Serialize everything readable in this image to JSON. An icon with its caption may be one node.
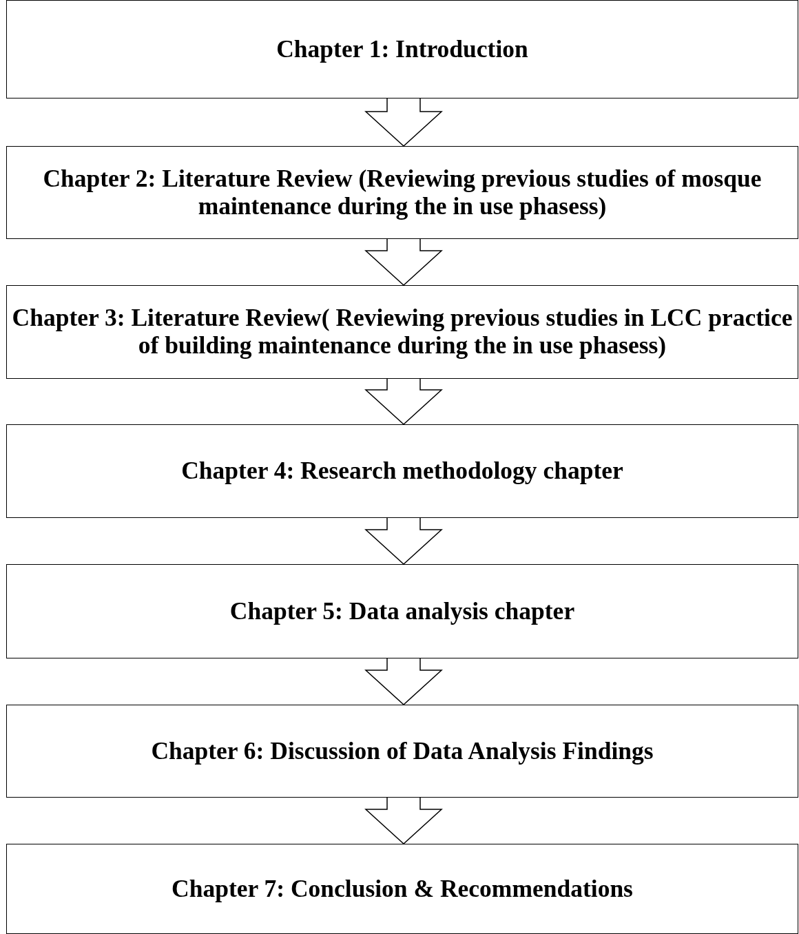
{
  "diagram": {
    "nodes": [
      {
        "text": [
          "Chapter 1: Introduction"
        ]
      },
      {
        "text": [
          "Chapter 2: Literature Review (Reviewing previous studies of mosque maintenance during the in use phasess)"
        ]
      },
      {
        "text": [
          "Chapter 3: Literature Review( Reviewing previous studies in LCC practice of building maintenance during the in use phasess)"
        ]
      },
      {
        "text": [
          "Chapter 4: Research methodology chapter"
        ]
      },
      {
        "text": [
          "Chapter 5: Data analysis chapter"
        ]
      },
      {
        "text": [
          "Chapter 6: Discussion of Data Analysis Findings"
        ]
      },
      {
        "text": [
          "Chapter 7: Conclusion & Recommendations"
        ]
      }
    ],
    "edges": [
      {
        "from": 0,
        "to": 1,
        "arrow": "to"
      },
      {
        "from": 1,
        "to": 2,
        "arrow": "to"
      },
      {
        "from": 2,
        "to": 3,
        "arrow": "to"
      },
      {
        "from": 3,
        "to": 4,
        "arrow": "to"
      },
      {
        "from": 4,
        "to": 5,
        "arrow": "to"
      },
      {
        "from": 5,
        "to": 6,
        "arrow": "to"
      }
    ]
  }
}
